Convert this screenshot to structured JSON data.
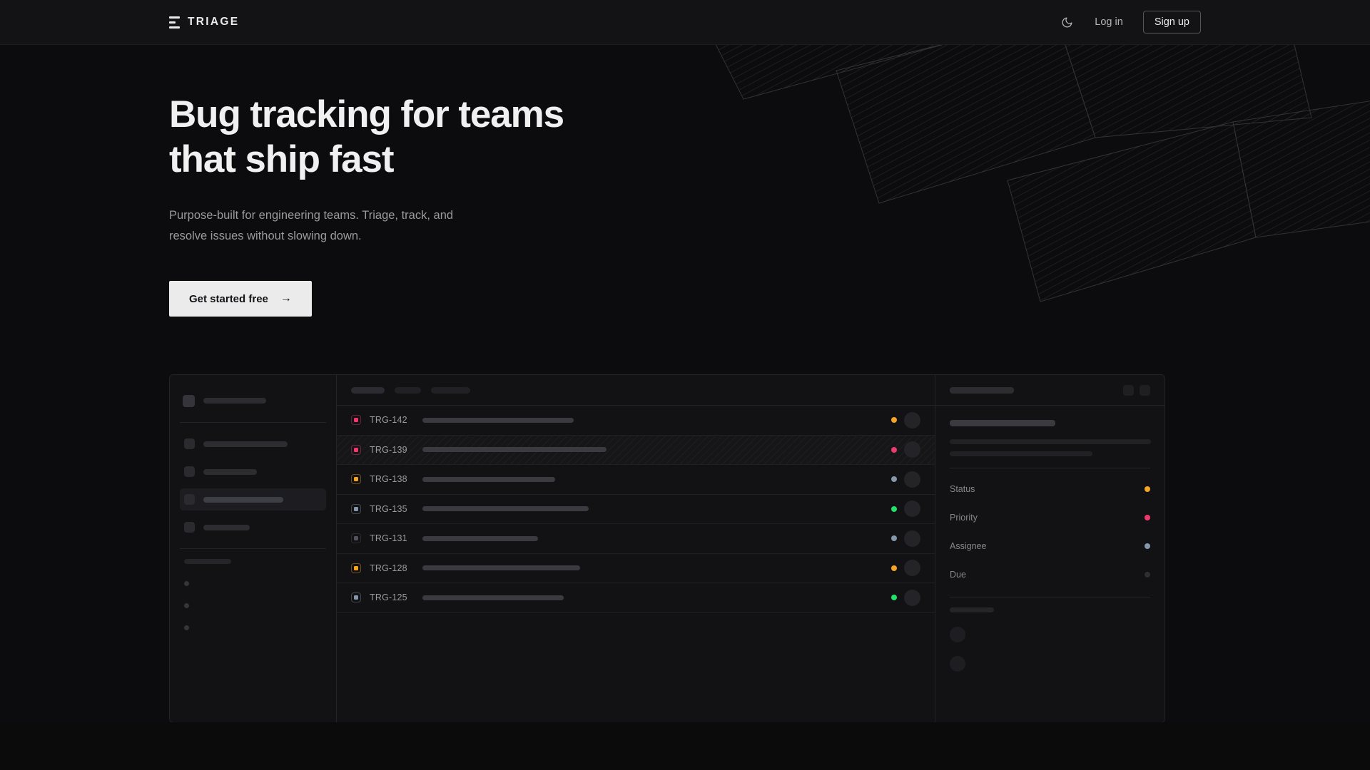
{
  "nav": {
    "brand": "TRIAGE",
    "theme_toggle_icon": "moon-icon",
    "login_label": "Log in",
    "signup_label": "Sign up"
  },
  "hero": {
    "title": "Bug tracking for teams\nthat ship fast",
    "subtitle": "Purpose-built for engineering teams. Triage, track, and\nresolve issues without slowing down.",
    "cta_label": "Get started free",
    "cta_arrow": "→"
  },
  "colors": {
    "page_bg": "#0c0c0e",
    "nav_bg": "#131315",
    "panel_bg": "#121214",
    "border": "#242427",
    "accent_amber": "#f5a524",
    "accent_pink": "#ec3a6e",
    "accent_green": "#22e06b",
    "accent_slate": "#8696ab",
    "accent_muted": "#3a3a40",
    "cta_bg": "#ebebec",
    "text_primary": "#f0f0f1",
    "text_muted": "#9a9a9f"
  },
  "mockup": {
    "sidebar": {
      "nav_items": [
        {
          "name": "nav-item-1",
          "width": 118,
          "active": false
        },
        {
          "name": "nav-item-2",
          "width": 75,
          "active": false
        },
        {
          "name": "nav-item-3",
          "width": 112,
          "active": true
        },
        {
          "name": "nav-item-4",
          "width": 65,
          "active": false
        }
      ],
      "dot_items": [
        "dot-item-1",
        "dot-item-2",
        "dot-item-3"
      ]
    },
    "list_header_pills": [
      {
        "width": 47,
        "active": true
      },
      {
        "width": 37,
        "active": false
      },
      {
        "width": 55,
        "active": false
      }
    ],
    "rows": [
      {
        "key": "TRG-142",
        "priority_color": "#ec3a6e",
        "title_width": 212,
        "status_color": "#f5a524",
        "selected": false
      },
      {
        "key": "TRG-139",
        "priority_color": "#ec3a6e",
        "title_width": 258,
        "status_color": "#ec3a6e",
        "selected": true
      },
      {
        "key": "TRG-138",
        "priority_color": "#f5a524",
        "title_width": 186,
        "status_color": "#8696ab",
        "selected": false
      },
      {
        "key": "TRG-135",
        "priority_color": "#8696ab",
        "title_width": 233,
        "status_color": "#22e06b",
        "selected": false
      },
      {
        "key": "TRG-131",
        "priority_color": "#53535c",
        "title_width": 162,
        "status_color": "#8696ab",
        "selected": false
      },
      {
        "key": "TRG-128",
        "priority_color": "#f5a524",
        "title_width": 221,
        "status_color": "#f5a524",
        "selected": false
      },
      {
        "key": "TRG-125",
        "priority_color": "#8696ab",
        "title_width": 198,
        "status_color": "#22e06b",
        "selected": false
      }
    ],
    "detail": {
      "title_skeleton_width": 90,
      "heading_skeleton_width": 148,
      "body_skeleton_widths": [
        282,
        200
      ],
      "meta": [
        {
          "label": "Status",
          "color": "#f5a524"
        },
        {
          "label": "Priority",
          "color": "#ec3a6e"
        },
        {
          "label": "Assignee",
          "color": "#8696ab"
        },
        {
          "label": "Due",
          "color": "#2e2e33"
        }
      ],
      "footer_skeleton_width": 62,
      "footer_avatars": 2
    }
  }
}
